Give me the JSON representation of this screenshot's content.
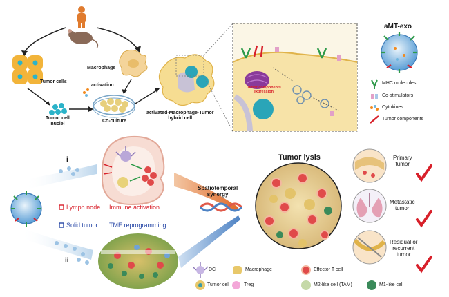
{
  "top": {
    "tumor_cells": "Tumor cells",
    "tumor_cell_nuclei": "Tumor cell\nnuclei",
    "macrophage": "Macrophage",
    "activation": "activation",
    "co_culture": "Co-culture",
    "hybrid_cell": "activated-Macrophage-Tumor\nhybrid cell",
    "tumor_components_expression": "Tumor components\nexpression"
  },
  "legend_top": {
    "title": "aMT-exo",
    "items": [
      "MHC molecules",
      "Co-stimulators",
      "Cytokines",
      "Tumor components"
    ]
  },
  "bottom_left": {
    "route_i": "i",
    "route_ii": "ii",
    "lymph_node": "Lymph node",
    "immune_activation": "Immune activation",
    "solid_tumor": "Solid tumor",
    "tme_reprogramming": "TME reprogramming"
  },
  "center": {
    "synergy": "Spatiotemporal\nsynergy"
  },
  "right": {
    "tumor_lysis": "Tumor lysis",
    "outcomes": [
      "Primary\ntumor",
      "Metastatic\ntumor",
      "Residual or\nrecurrent\ntumor"
    ]
  },
  "legend_bottom": {
    "items": [
      "DC",
      "Macrophage",
      "Effector T cell",
      "Tumor cell",
      "Treg",
      "M2-like cell (TAM)",
      "M1-like cell"
    ]
  },
  "colors": {
    "accent_red": "#d8202a",
    "accent_blue": "#2747a6",
    "exo_blue": "#4a90c8"
  }
}
